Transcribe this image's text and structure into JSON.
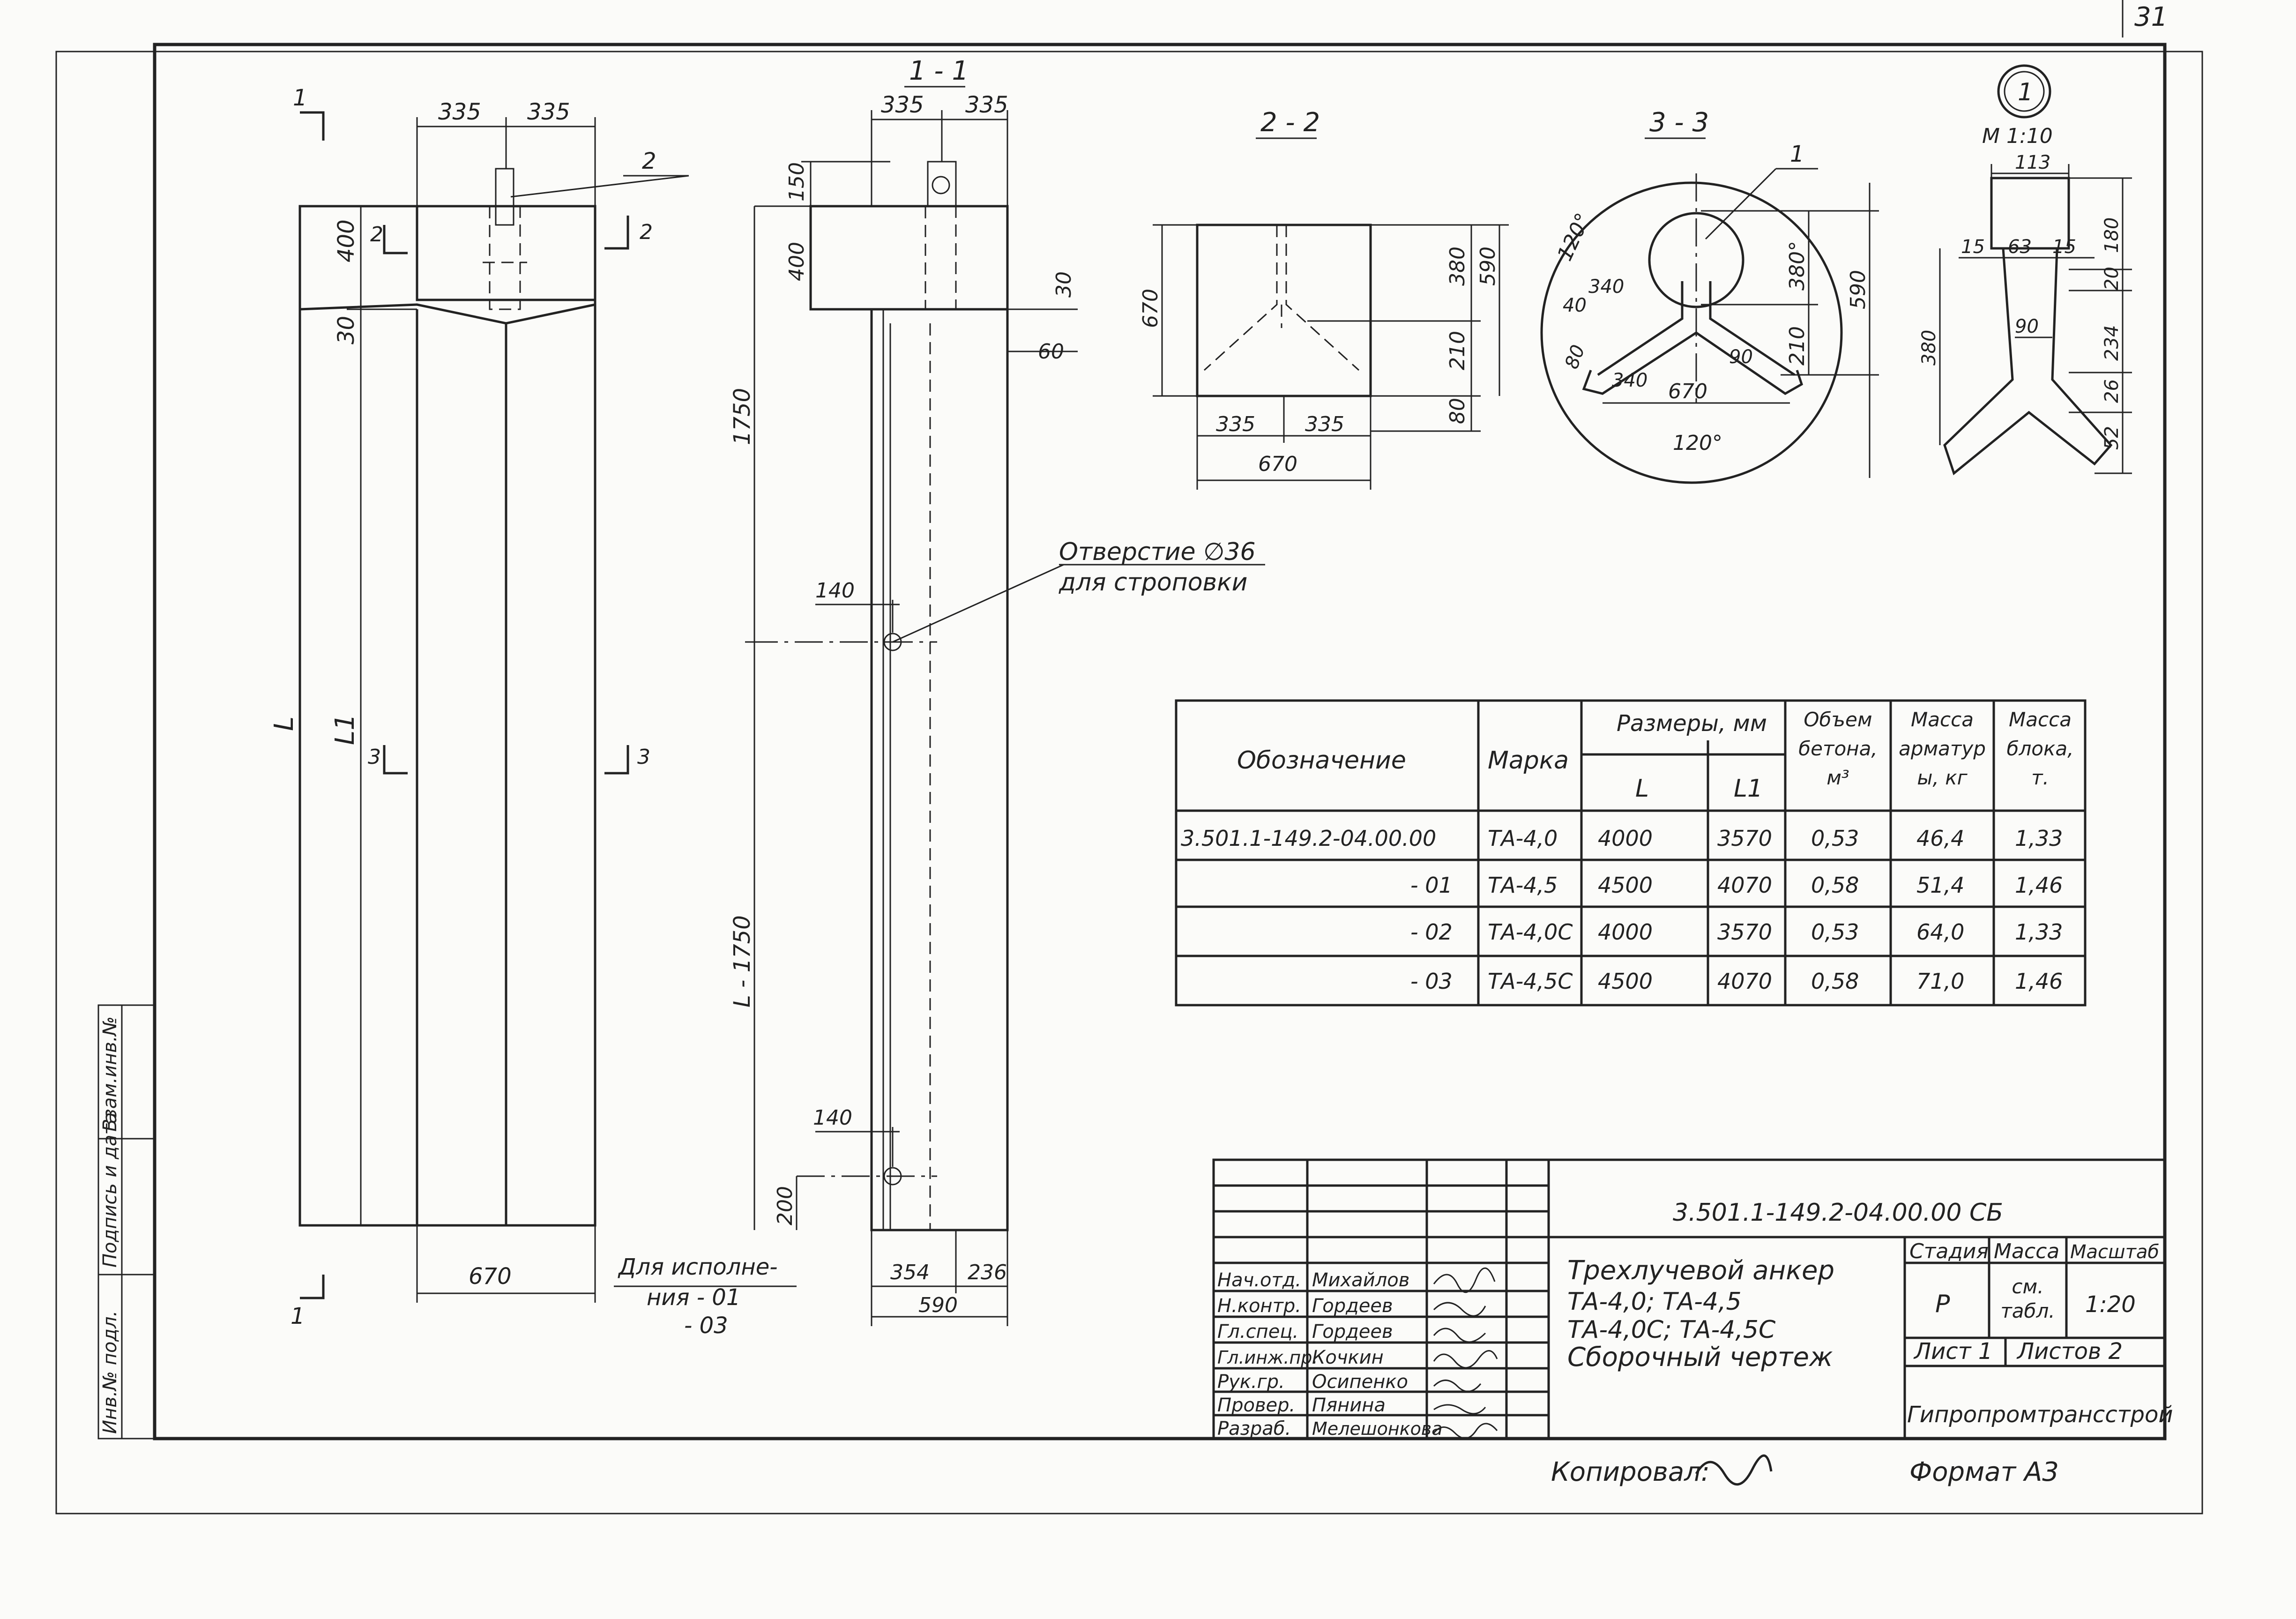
{
  "sheet": {
    "page_number": "31",
    "view_marker": "1",
    "scale_label": "М 1:10",
    "format": "Формат А3",
    "copied_by_label": "Копировал:"
  },
  "views": {
    "main": {
      "section_marks": {
        "s1_top": "1",
        "s1_bottom": "1",
        "s2_left": "2",
        "s2_right": "2",
        "s3_left": "3",
        "s3_right": "3"
      },
      "dims": {
        "top_a": "335",
        "top_b": "335",
        "h400": "400",
        "h30": "30",
        "width670": "670",
        "length_L": "L",
        "length_L1": "L1"
      },
      "callout": "2",
      "note_line1": "Для исполне-",
      "note_line2": "ния - 01",
      "note_line3": "- 03"
    },
    "section_1_1": {
      "title": "1 - 1",
      "dims": {
        "top_a": "335",
        "top_b": "335",
        "h150": "150",
        "h400": "400",
        "h30": "30",
        "h60": "60",
        "h1750": "1750",
        "hL1750": "L - 1750",
        "h140a": "140",
        "h140b": "140",
        "h200": "200",
        "w354": "354",
        "w236": "236",
        "w590": "590"
      },
      "hole_note_line1": "Отверстие ∅36",
      "hole_note_line2": "для строповки"
    },
    "section_2_2": {
      "title": "2 - 2",
      "dims": {
        "h670": "670",
        "h380": "380",
        "h590": "590",
        "h210": "210",
        "h80": "80",
        "w335a": "335",
        "w335b": "335",
        "w670": "670"
      }
    },
    "section_3_3": {
      "title": "3 - 3",
      "callout": "1",
      "dims": {
        "a120top": "120°",
        "a120bottom": "120°",
        "d40": "40",
        "d340": "340",
        "d80": "80",
        "d340b": "340",
        "d90": "90",
        "d670": "670",
        "d380": "380°",
        "d210": "210",
        "d590": "590"
      }
    },
    "detail_1": {
      "dims": {
        "w113": "113",
        "w15a": "15",
        "w63": "63",
        "w15b": "15",
        "h180": "180",
        "h380": "380",
        "w90": "90",
        "h20": "20",
        "h234": "234",
        "h26": "26",
        "h52": "52"
      }
    }
  },
  "spec_table": {
    "headers": {
      "designation": "Обозначение",
      "mark": "Марка",
      "sizes": "Размеры, мм",
      "L": "L",
      "L1": "L1",
      "volume": "Объем бетона, м³",
      "rebar_mass": "Масса арматуры, кг",
      "block_mass": "Масса блока, т."
    },
    "rows": [
      {
        "designation": "3.501.1-149.2-04.00.00",
        "mark": "ТА-4,0",
        "L": "4000",
        "L1": "3570",
        "volume": "0,53",
        "rebar_mass": "46,4",
        "block_mass": "1,33"
      },
      {
        "designation": "- 01",
        "mark": "ТА-4,5",
        "L": "4500",
        "L1": "4070",
        "volume": "0,58",
        "rebar_mass": "51,4",
        "block_mass": "1,46"
      },
      {
        "designation": "- 02",
        "mark": "ТА-4,0С",
        "L": "4000",
        "L1": "3570",
        "volume": "0,53",
        "rebar_mass": "64,0",
        "block_mass": "1,33"
      },
      {
        "designation": "- 03",
        "mark": "ТА-4,5С",
        "L": "4500",
        "L1": "4070",
        "volume": "0,58",
        "rebar_mass": "71,0",
        "block_mass": "1,46"
      }
    ]
  },
  "title_block": {
    "doc_code": "3.501.1-149.2-04.00.00 СБ",
    "name_line1": "Трехлучевой анкер",
    "name_line2": "ТА-4,0;   ТА-4,5",
    "name_line3": "ТА-4,0С;  ТА-4,5С",
    "name_line4": "Сборочный чертеж",
    "stage_label": "Стадия",
    "mass_label": "Масса",
    "scale_label": "Масштаб",
    "stage_value": "Р",
    "mass_value": "см. табл.",
    "scale_value": "1:20",
    "sheet_label": "Лист 1",
    "sheets_label": "Листов 2",
    "organization": "Гипропромтрансстрой",
    "signatures": [
      {
        "role": "Нач.отд.",
        "name": "Михайлов"
      },
      {
        "role": "Н.контр.",
        "name": "Гордеев"
      },
      {
        "role": "Гл.спец.",
        "name": "Гордеев"
      },
      {
        "role": "Гл.инж.пр.",
        "name": "Кочкин"
      },
      {
        "role": "Рук.гр.",
        "name": "Осипенко"
      },
      {
        "role": "Провер.",
        "name": "Пянина"
      },
      {
        "role": "Разраб.",
        "name": "Мелешонкова"
      }
    ]
  },
  "side_stamp": {
    "cell1": "Инв.№ подл.",
    "cell2": "Подпись и дата",
    "cell3": "Взам.инв.№"
  }
}
